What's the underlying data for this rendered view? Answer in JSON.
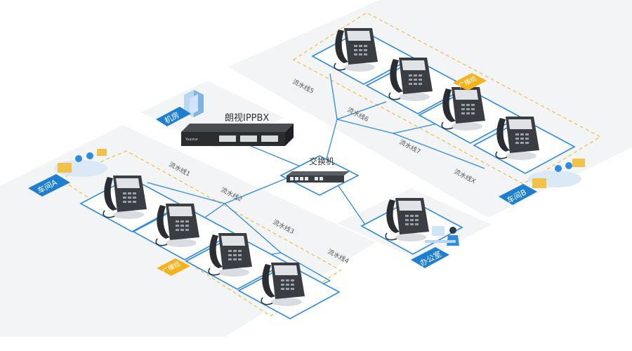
{
  "areas": {
    "server_room": "机房",
    "workshop_a": "车间A",
    "workshop_b": "车间B",
    "office": "办公室"
  },
  "devices": {
    "ippbx": "朗视IPPBX",
    "ippbx_brand": "Yeastar",
    "switch": "交换机"
  },
  "groups": {
    "broadcast_a": "广播组",
    "broadcast_b": "广播组"
  },
  "lines": {
    "line1": "流水线1",
    "line2": "流水线2",
    "line3": "流水线3",
    "line4": "流水线4",
    "line5": "流水线5",
    "line6": "流水线6",
    "line7": "流水线7",
    "linex": "流水线X"
  },
  "colors": {
    "area_fill": "#f2f4f6",
    "tag_blue": "#1e7fd0",
    "group_yellow": "#f5b21b",
    "frame_blue": "#2e8be0",
    "dash_yellow": "#f2c14a"
  }
}
